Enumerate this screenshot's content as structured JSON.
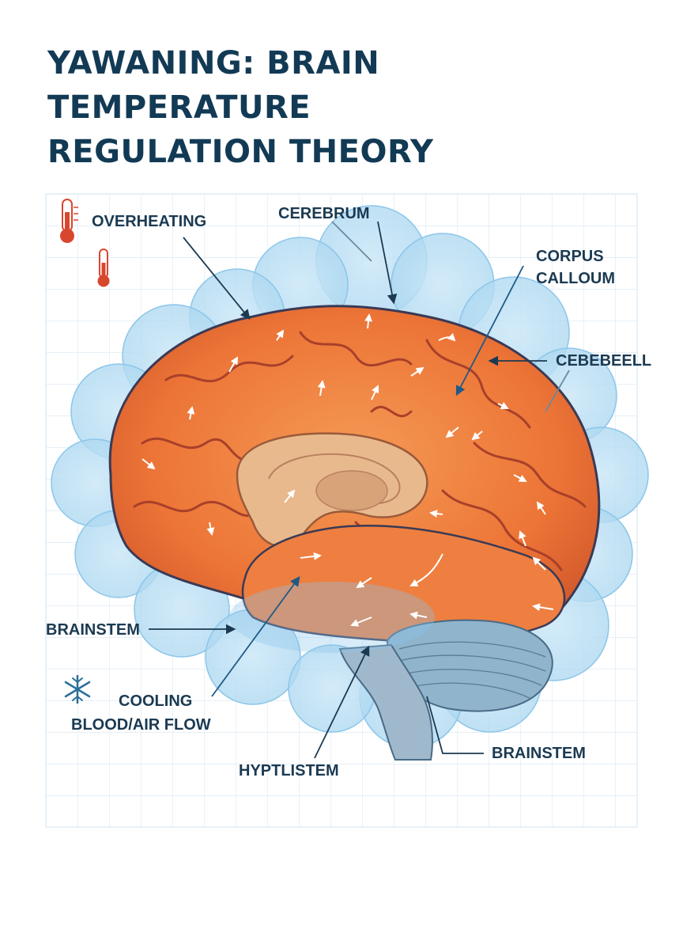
{
  "title": {
    "line1": "YAWANING: BRAIN TEMPERATURE",
    "line2": "REGULATION THEORY"
  },
  "labels": {
    "overheating": "OVERHEATING",
    "cerebrum": "CEREBRUM",
    "corpus_line1": "CORPUS",
    "corpus_line2": "CALLOUM",
    "cebebeell": "CEBEBEELL",
    "brainstem_left": "BRAINSTEM",
    "cooling_line1": "COOLING",
    "cooling_line2": "BLOOD/AIR FLOW",
    "hyptlistem": "HYPTLISTEM",
    "brainstem_right": "BRAINSTEM"
  },
  "icons": [
    "thermometer-icon",
    "thermometer-icon",
    "snowflake-icon"
  ],
  "colors": {
    "title": "#123a55",
    "brain_orange": "#ee7a3c",
    "brain_dark": "#a8402a",
    "cooling_blue": "#9fd2ee",
    "grid": "#d8e8f4",
    "thermometer_red": "#d9462e"
  }
}
